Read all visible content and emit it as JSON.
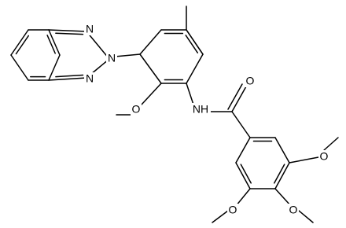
{
  "molecule": {
    "labels": {
      "n_triazole_top": "N",
      "n_triazole_middle": "N",
      "n_triazole_bottom": "N",
      "nh": "NH",
      "o_methoxy_aryl": "O",
      "o_carbonyl": "O",
      "o_methoxy_right": "O",
      "o_methoxy_para": "O",
      "o_methoxy_left": "O"
    }
  }
}
